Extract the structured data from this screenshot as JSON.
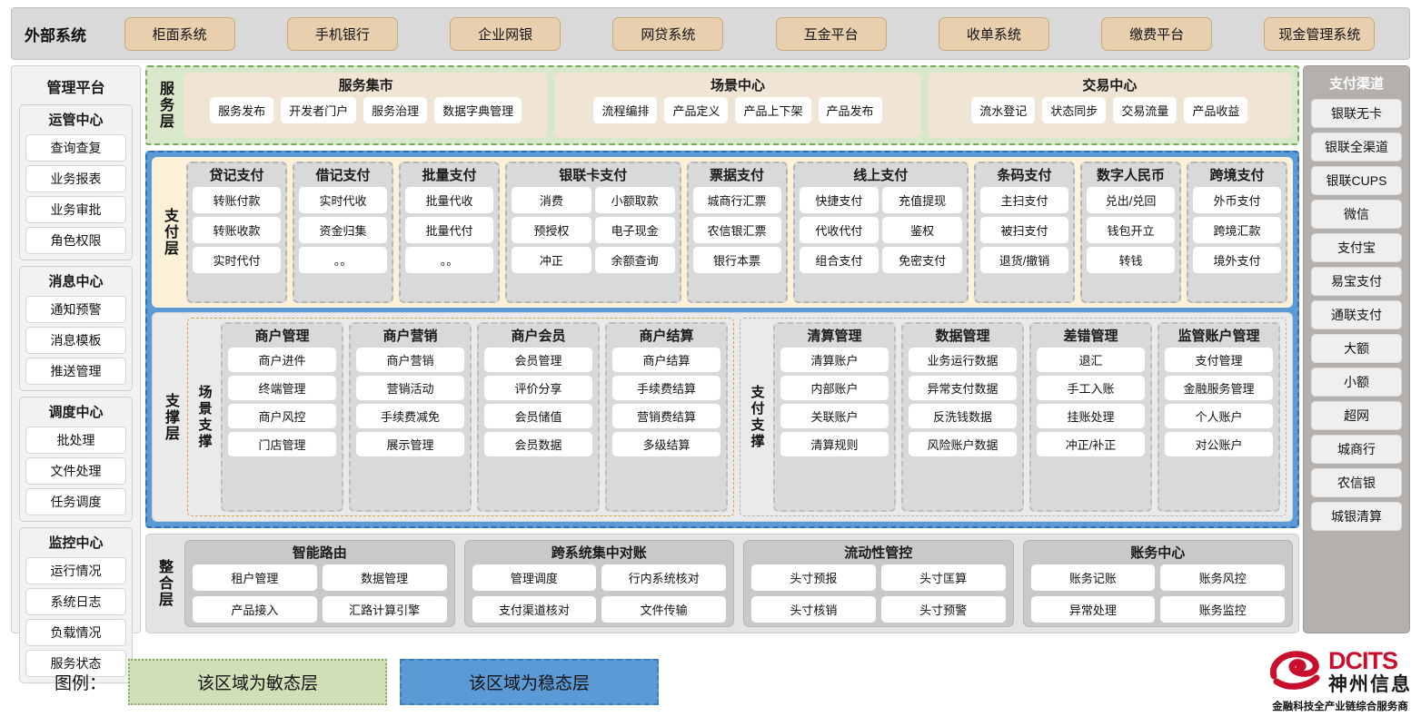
{
  "external": {
    "title": "外部系统",
    "systems": [
      "柜面系统",
      "手机银行",
      "企业网银",
      "网贷系统",
      "互金平台",
      "收单系统",
      "缴费平台",
      "现金管理系统"
    ]
  },
  "management": {
    "title": "管理平台",
    "groups": [
      {
        "title": "运管中心",
        "items": [
          "查询查复",
          "业务报表",
          "业务审批",
          "角色权限"
        ]
      },
      {
        "title": "消息中心",
        "items": [
          "通知预警",
          "消息模板",
          "推送管理"
        ]
      },
      {
        "title": "调度中心",
        "items": [
          "批处理",
          "文件处理",
          "任务调度"
        ]
      },
      {
        "title": "监控中心",
        "items": [
          "运行情况",
          "系统日志",
          "负载情况",
          "服务状态"
        ]
      }
    ]
  },
  "payment_channel": {
    "title": "支付渠道",
    "items": [
      "银联无卡",
      "银联全渠道",
      "银联CUPS",
      "微信",
      "支付宝",
      "易宝支付",
      "通联支付",
      "大额",
      "小额",
      "超网",
      "城商行",
      "农信银",
      "城银清算"
    ]
  },
  "service_layer": {
    "label": "服务层",
    "groups": [
      {
        "title": "服务集市",
        "items": [
          "服务发布",
          "开发者门户",
          "服务治理",
          "数据字典管理"
        ]
      },
      {
        "title": "场景中心",
        "items": [
          "流程编排",
          "产品定义",
          "产品上下架",
          "产品发布"
        ]
      },
      {
        "title": "交易中心",
        "items": [
          "流水登记",
          "状态同步",
          "交易流量",
          "产品收益"
        ]
      }
    ]
  },
  "payment_layer": {
    "label": "支付层",
    "groups": [
      {
        "title": "贷记支付",
        "cols": 1,
        "items": [
          "转账付款",
          "转账收款",
          "实时代付"
        ]
      },
      {
        "title": "借记支付",
        "cols": 1,
        "items": [
          "实时代收",
          "资金归集",
          "。。"
        ]
      },
      {
        "title": "批量支付",
        "cols": 1,
        "items": [
          "批量代收",
          "批量代付",
          "。。"
        ]
      },
      {
        "title": "银联卡支付",
        "cols": 2,
        "items": [
          "消费",
          "小额取款",
          "预授权",
          "电子现金",
          "冲正",
          "余额查询"
        ]
      },
      {
        "title": "票据支付",
        "cols": 1,
        "items": [
          "城商行汇票",
          "农信银汇票",
          "银行本票"
        ]
      },
      {
        "title": "线上支付",
        "cols": 2,
        "items": [
          "快捷支付",
          "充值提现",
          "代收代付",
          "鉴权",
          "组合支付",
          "免密支付"
        ]
      },
      {
        "title": "条码支付",
        "cols": 1,
        "items": [
          "主扫支付",
          "被扫支付",
          "退货/撤销"
        ]
      },
      {
        "title": "数字人民币",
        "cols": 1,
        "items": [
          "兑出/兑回",
          "钱包开立",
          "转钱"
        ]
      },
      {
        "title": "跨境支付",
        "cols": 1,
        "items": [
          "外币支付",
          "跨境汇款",
          "境外支付"
        ]
      }
    ]
  },
  "support_layer": {
    "label": "支撑层",
    "panels": [
      {
        "label": "场景支撑",
        "style": "dashed-orange",
        "groups": [
          {
            "title": "商户管理",
            "items": [
              "商户进件",
              "终端管理",
              "商户风控",
              "门店管理"
            ]
          },
          {
            "title": "商户营销",
            "items": [
              "商户营销",
              "营销活动",
              "手续费减免",
              "展示管理"
            ]
          },
          {
            "title": "商户会员",
            "items": [
              "会员管理",
              "评价分享",
              "会员储值",
              "会员数据"
            ]
          },
          {
            "title": "商户结算",
            "items": [
              "商户结算",
              "手续费结算",
              "营销费结算",
              "多级结算"
            ]
          }
        ]
      },
      {
        "label": "支付支撑",
        "style": "dashed-gray",
        "groups": [
          {
            "title": "清算管理",
            "items": [
              "清算账户",
              "内部账户",
              "关联账户",
              "清算规则"
            ]
          },
          {
            "title": "数据管理",
            "items": [
              "业务运行数据",
              "异常支付数据",
              "反洗钱数据",
              "风险账户数据"
            ]
          },
          {
            "title": "差错管理",
            "items": [
              "退汇",
              "手工入账",
              "挂账处理",
              "冲正/补正"
            ]
          },
          {
            "title": "监管账户管理",
            "items": [
              "支付管理",
              "金融服务管理",
              "个人账户",
              "对公账户"
            ]
          }
        ]
      }
    ]
  },
  "integration_layer": {
    "label": "整合层",
    "groups": [
      {
        "title": "智能路由",
        "items": [
          "租户管理",
          "数据管理",
          "产品接入",
          "汇路计算引擎"
        ]
      },
      {
        "title": "跨系统集中对账",
        "items": [
          "管理调度",
          "行内系统核对",
          "支付渠道核对",
          "文件传输"
        ]
      },
      {
        "title": "流动性管控",
        "items": [
          "头寸预报",
          "头寸匡算",
          "头寸核销",
          "头寸预警"
        ]
      },
      {
        "title": "账务中心",
        "items": [
          "账务记账",
          "账务风控",
          "异常处理",
          "账务监控"
        ]
      }
    ]
  },
  "legend": {
    "label": "图例：",
    "agile": "该区域为敏态层",
    "stable": "该区域为稳态层",
    "agile_color": "#cfe0b6",
    "stable_color": "#5b9bd5"
  },
  "brand": {
    "name_en": "DCITS",
    "name_cn": "神州信息",
    "tagline": "金融科技全产业链综合服务商",
    "color": "#c8102e"
  }
}
